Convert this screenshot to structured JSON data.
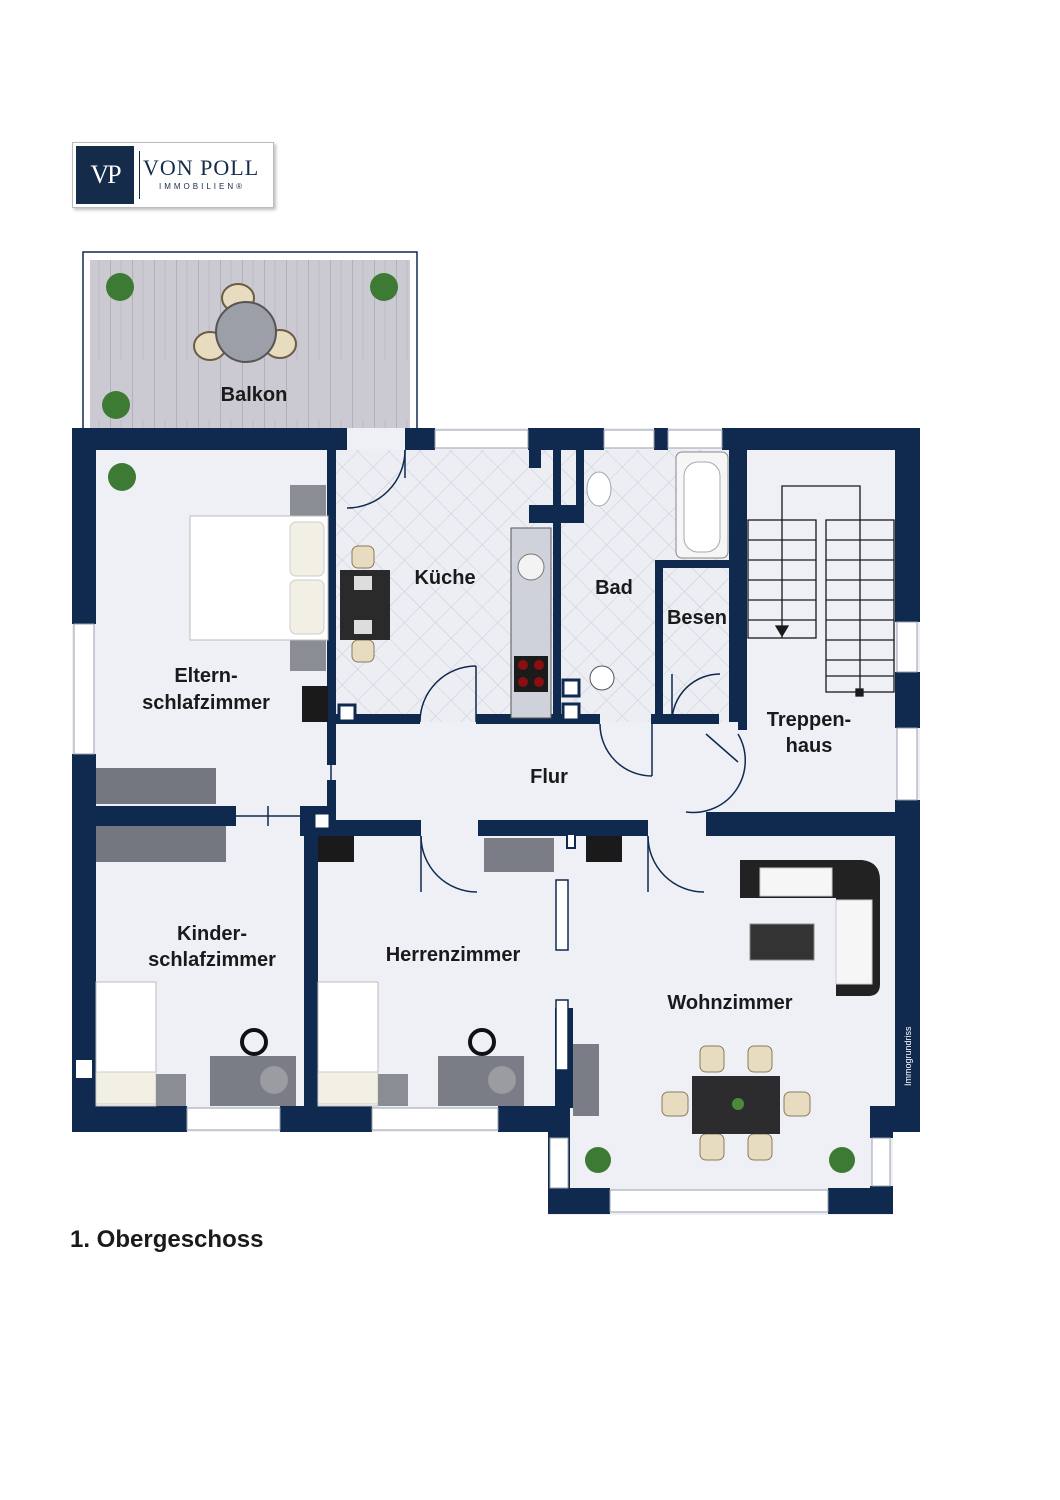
{
  "brand": {
    "mark": "VP",
    "name": "VON POLL",
    "sub": "IMMOBILIEN®"
  },
  "rooms": {
    "balkon": "Balkon",
    "kueche": "Küche",
    "bad": "Bad",
    "besen": "Besen",
    "eltern_1": "Eltern-",
    "eltern_2": "schlafzimmer",
    "treppen_1": "Treppen-",
    "treppen_2": "haus",
    "flur": "Flur",
    "kinder_1": "Kinder-",
    "kinder_2": "schlafzimmer",
    "herren": "Herrenzimmer",
    "wohn": "Wohnzimmer"
  },
  "credit": "Immogrundriss",
  "floor_title": "1. Obergeschoss",
  "colors": {
    "wall": "#0f2a4e",
    "floor": "#eef0f6",
    "tile": "#e7e9ef",
    "deck": "#c9c7cf"
  }
}
